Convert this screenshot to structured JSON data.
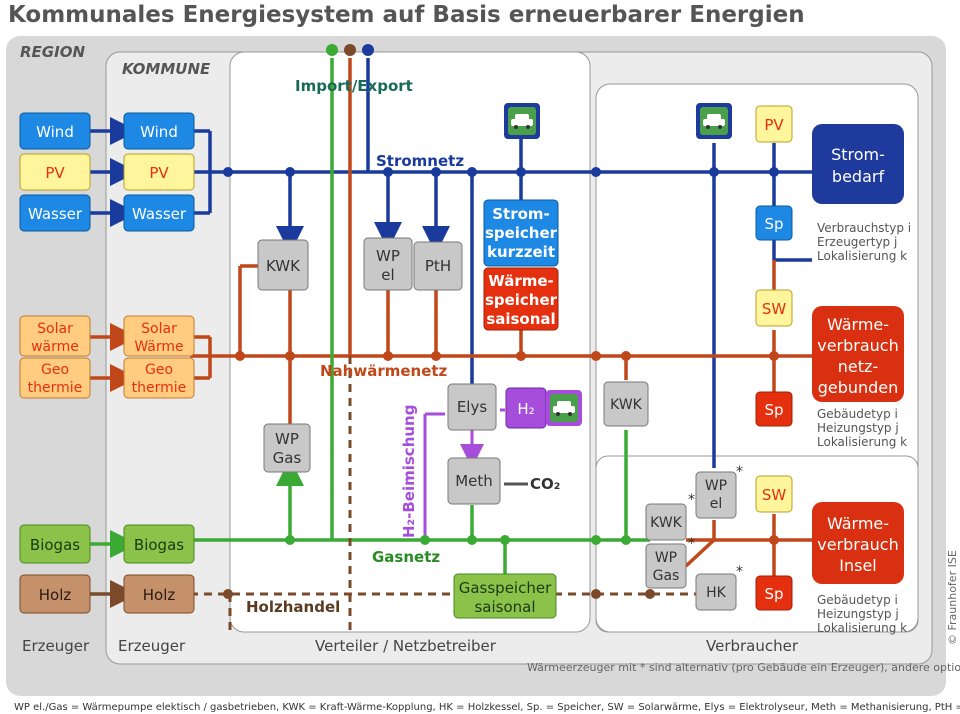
{
  "title": "Kommunales Energiesystem auf Basis erneuerbarer Energien",
  "frames": {
    "region": "REGION",
    "kommune": "KOMMUNE",
    "import_export": "Import/Export",
    "stromnetz": "Stromnetz",
    "nahwaermenetz": "Nahwärmenetz",
    "gasnetz": "Gasnetz",
    "holzhandel": "Holzhandel",
    "h2_beimischung": "H₂-Beimischung"
  },
  "region_sources": {
    "wind": "Wind",
    "pv": "PV",
    "wasser": "Wasser",
    "solarwaerme": [
      "Solar",
      "wärme"
    ],
    "geothermie": [
      "Geo",
      "thermie"
    ],
    "biogas": "Biogas",
    "holz": "Holz"
  },
  "kommune_sources": {
    "wind": "Wind",
    "pv": "PV",
    "wasser": "Wasser",
    "solarwaerme": [
      "Solar",
      "Wärme"
    ],
    "geothermie": [
      "Geo",
      "thermie"
    ],
    "biogas": "Biogas",
    "holz": "Holz"
  },
  "grid_units": {
    "kwk": "KWK",
    "wp_el": [
      "WP",
      "el"
    ],
    "pth": "PtH",
    "wp_gas": [
      "WP",
      "Gas"
    ],
    "elys": "Elys",
    "meth": "Meth",
    "h2": "H₂",
    "co2": "CO₂",
    "stromspeicher": [
      "Strom-",
      "speicher",
      "kurzzeit"
    ],
    "waermespeicher": [
      "Wärme-",
      "speicher",
      "saisonal"
    ],
    "gasspeicher": [
      "Gasspeicher",
      "saisonal"
    ]
  },
  "consumer_units": {
    "pv": "PV",
    "sp1": "Sp",
    "sw1": "SW",
    "sp2": "Sp",
    "sw2": "SW",
    "sp3": "Sp",
    "kwk_net": "KWK",
    "kwk": "KWK",
    "wp_el": [
      "WP",
      "el"
    ],
    "wp_gas": [
      "WP",
      "Gas"
    ],
    "hk": "HK",
    "star": "*"
  },
  "demand": {
    "strombedarf": [
      "Strom-",
      "bedarf"
    ],
    "strom_notes": [
      "Verbrauchstyp i",
      "Erzeugertyp j",
      "Lokalisierung k"
    ],
    "waerme_netz": [
      "Wärme-",
      "verbrauch",
      "netz-",
      "gebunden"
    ],
    "waerme_netz_notes": [
      "Gebäudetyp i",
      "Heizungstyp j",
      "Lokalisierung k"
    ],
    "waerme_insel": [
      "Wärme-",
      "verbrauch",
      "Insel"
    ],
    "waerme_insel_notes": [
      "Gebäudetyp i",
      "Heizungstyp j",
      "Lokalisierung k"
    ]
  },
  "bottom_labels": {
    "erzeuger_region": "Erzeuger",
    "erzeuger_kommune": "Erzeuger",
    "verteiler": "Verteiler / Netzbetreiber",
    "verbraucher": "Verbraucher",
    "note": "Wärmeerzeuger mit * sind alternativ (pro Gebäude ein Erzeuger), andere optional"
  },
  "copyright": "© Fraunhofer ISE",
  "footer": "WP el./Gas = Wärmepumpe elektisch / gasbetrieben, KWK = Kraft-Wärme-Kopplung, HK = Holzkessel, Sp. = Speicher, SW = Solarwärme, Elys = Elektrolyseur, Meth = Methanisierung, PtH = Power to Heat",
  "colors": {
    "strom": "#1a3a9c",
    "waerme": "#c0471a",
    "gas": "#3aaa35",
    "holz": "#7a4a2a",
    "h2": "#a64ddb",
    "blue_box": "#1e88e5",
    "yellow_box": "#fff59d",
    "orange_box": "#ffcc80",
    "green_box": "#8bc34a",
    "brown_box": "#c4916b",
    "red_box": "#e53010",
    "gray_box": "#c8c8c8"
  }
}
